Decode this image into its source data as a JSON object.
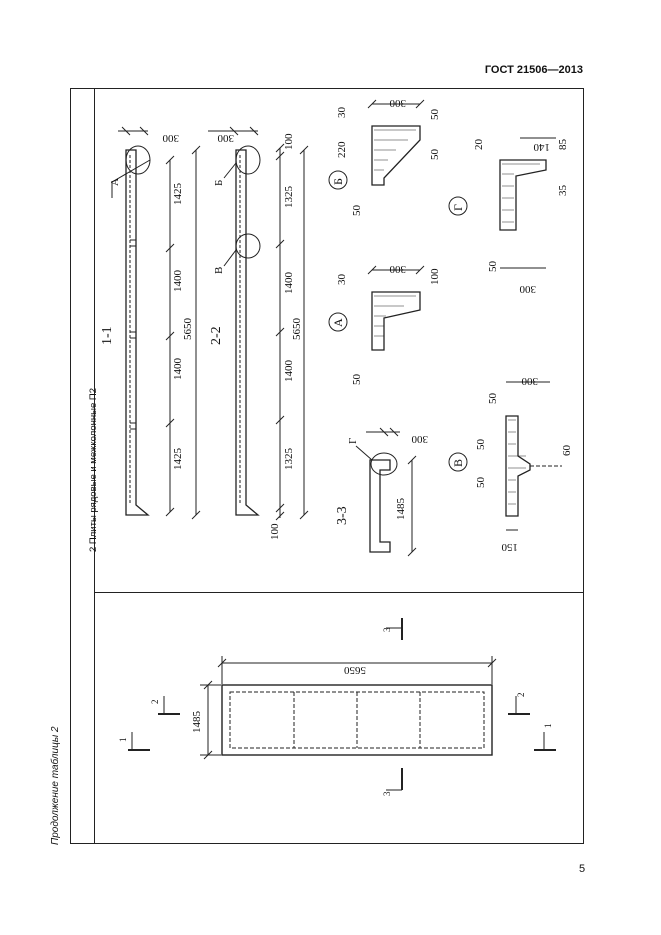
{
  "header": {
    "standard": "ГОСТ 21506—2013"
  },
  "footer": {
    "page_number": "5"
  },
  "continuation": "Продолжение таблицы 2",
  "row": {
    "title": "2 Плиты рядовые и межколонные П2"
  },
  "plan": {
    "length": "5650",
    "width": "1485",
    "cut1": "1",
    "cut2": "2",
    "cut3": "3"
  },
  "section11": {
    "label": "1-1",
    "node": "А",
    "dims": [
      "1425",
      "1400",
      "1400",
      "1425"
    ],
    "total": "5650",
    "top": "300"
  },
  "section22": {
    "label": "2-2",
    "node_b": "Б",
    "node_v": "В",
    "dims": [
      "1325",
      "1400",
      "1400",
      "1325"
    ],
    "total": "5650",
    "top": "300",
    "edge_right": "100",
    "edge_left": "100"
  },
  "section33": {
    "label": "3-3",
    "node": "Г",
    "width": "1485",
    "top": "300"
  },
  "detailA": {
    "label": "А",
    "w": "300",
    "h1": "30",
    "h2": "100",
    "b": "50"
  },
  "detailB": {
    "label": "Б",
    "w": "300",
    "h1": "30",
    "h2": "220",
    "r1": "50",
    "r2": "50",
    "b": "50"
  },
  "detailV": {
    "label": "В",
    "w": "300",
    "t": "50",
    "a": "50",
    "b": "50",
    "c": "60",
    "d": "150"
  },
  "detailG": {
    "label": "Г",
    "w1": "140",
    "h1": "20",
    "h2": "85",
    "h3": "35",
    "b": "50",
    "w2": "300"
  }
}
